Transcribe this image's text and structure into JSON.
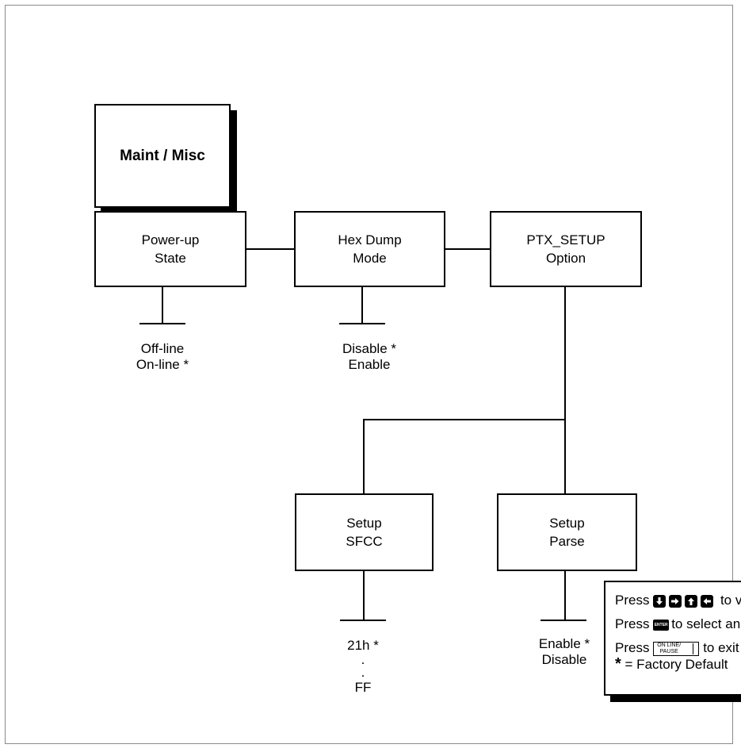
{
  "diagram": {
    "root": {
      "label": "Maint / Misc"
    },
    "nodes": [
      {
        "id": "power-up-state",
        "lines": [
          "Power-up",
          "State"
        ],
        "options": [
          "Off-line",
          "On-line *"
        ]
      },
      {
        "id": "hex-dump-mode",
        "lines": [
          "Hex Dump",
          "Mode"
        ],
        "options": [
          "Disable *",
          "Enable"
        ]
      },
      {
        "id": "ptx-setup-option",
        "lines": [
          "PTX_SETUP",
          "Option"
        ]
      },
      {
        "id": "setup-sfcc",
        "lines": [
          "Setup",
          "SFCC"
        ],
        "options": [
          "21h *",
          ".",
          ".",
          "FF"
        ]
      },
      {
        "id": "setup-parse",
        "lines": [
          "Setup",
          "Parse"
        ],
        "options": [
          "Enable *",
          "Disable"
        ]
      }
    ]
  },
  "legend": {
    "line1_prefix": "Press",
    "line1_suffix": "to view options.",
    "line2_prefix": "Press",
    "line2_key": "ENTER",
    "line2_suffix": "to select an option.",
    "line3_prefix": "Press",
    "line3_key": "ON LINE/ PAUSE",
    "line3_suffix": "to exit the configuration menu.",
    "line4_star": "*",
    "line4_suffix": "= Factory Default",
    "arrow_icons": [
      "arrow-down-icon",
      "arrow-right-icon",
      "arrow-up-icon",
      "arrow-left-icon"
    ]
  }
}
